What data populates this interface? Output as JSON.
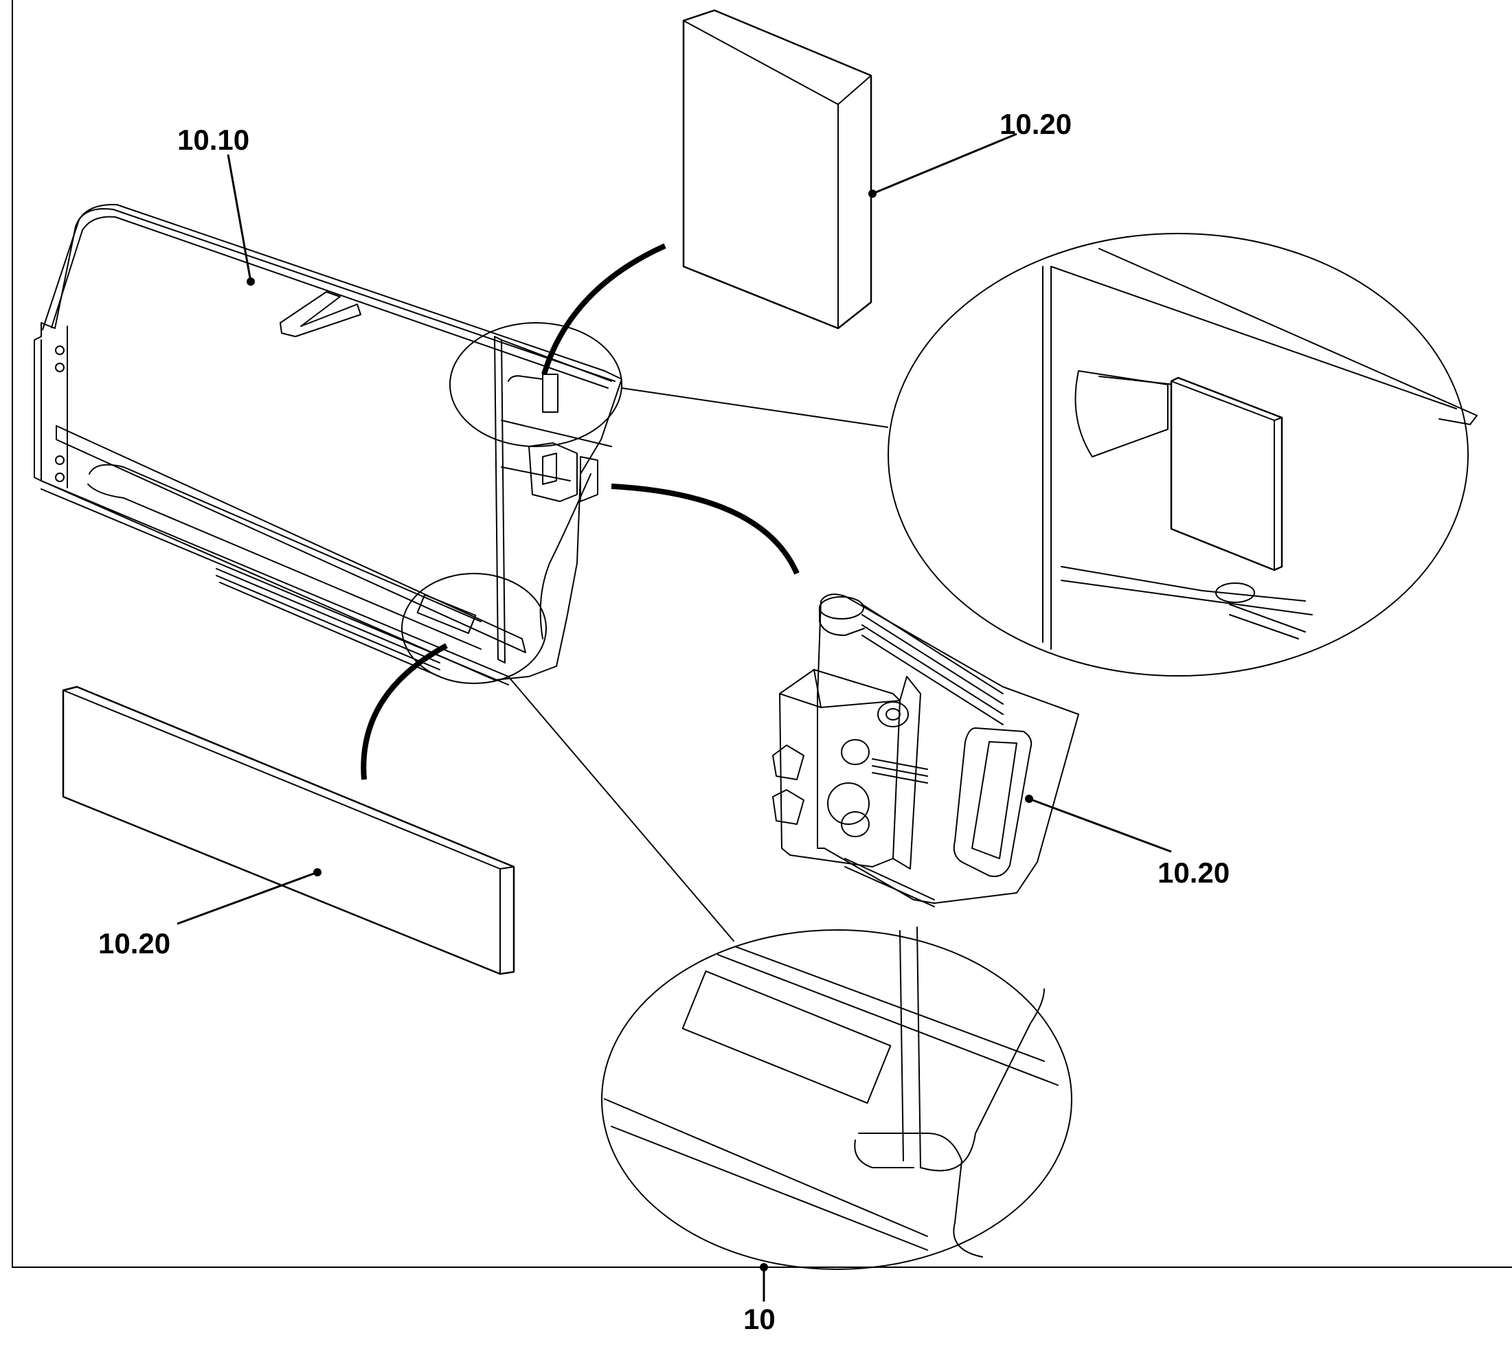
{
  "callouts": [
    {
      "id": "assembly",
      "text": "10"
    },
    {
      "id": "frame",
      "text": "10.10"
    },
    {
      "id": "pad-top",
      "text": "10.20"
    },
    {
      "id": "pad-bottom",
      "text": "10.20"
    },
    {
      "id": "latch",
      "text": "10.20"
    }
  ]
}
